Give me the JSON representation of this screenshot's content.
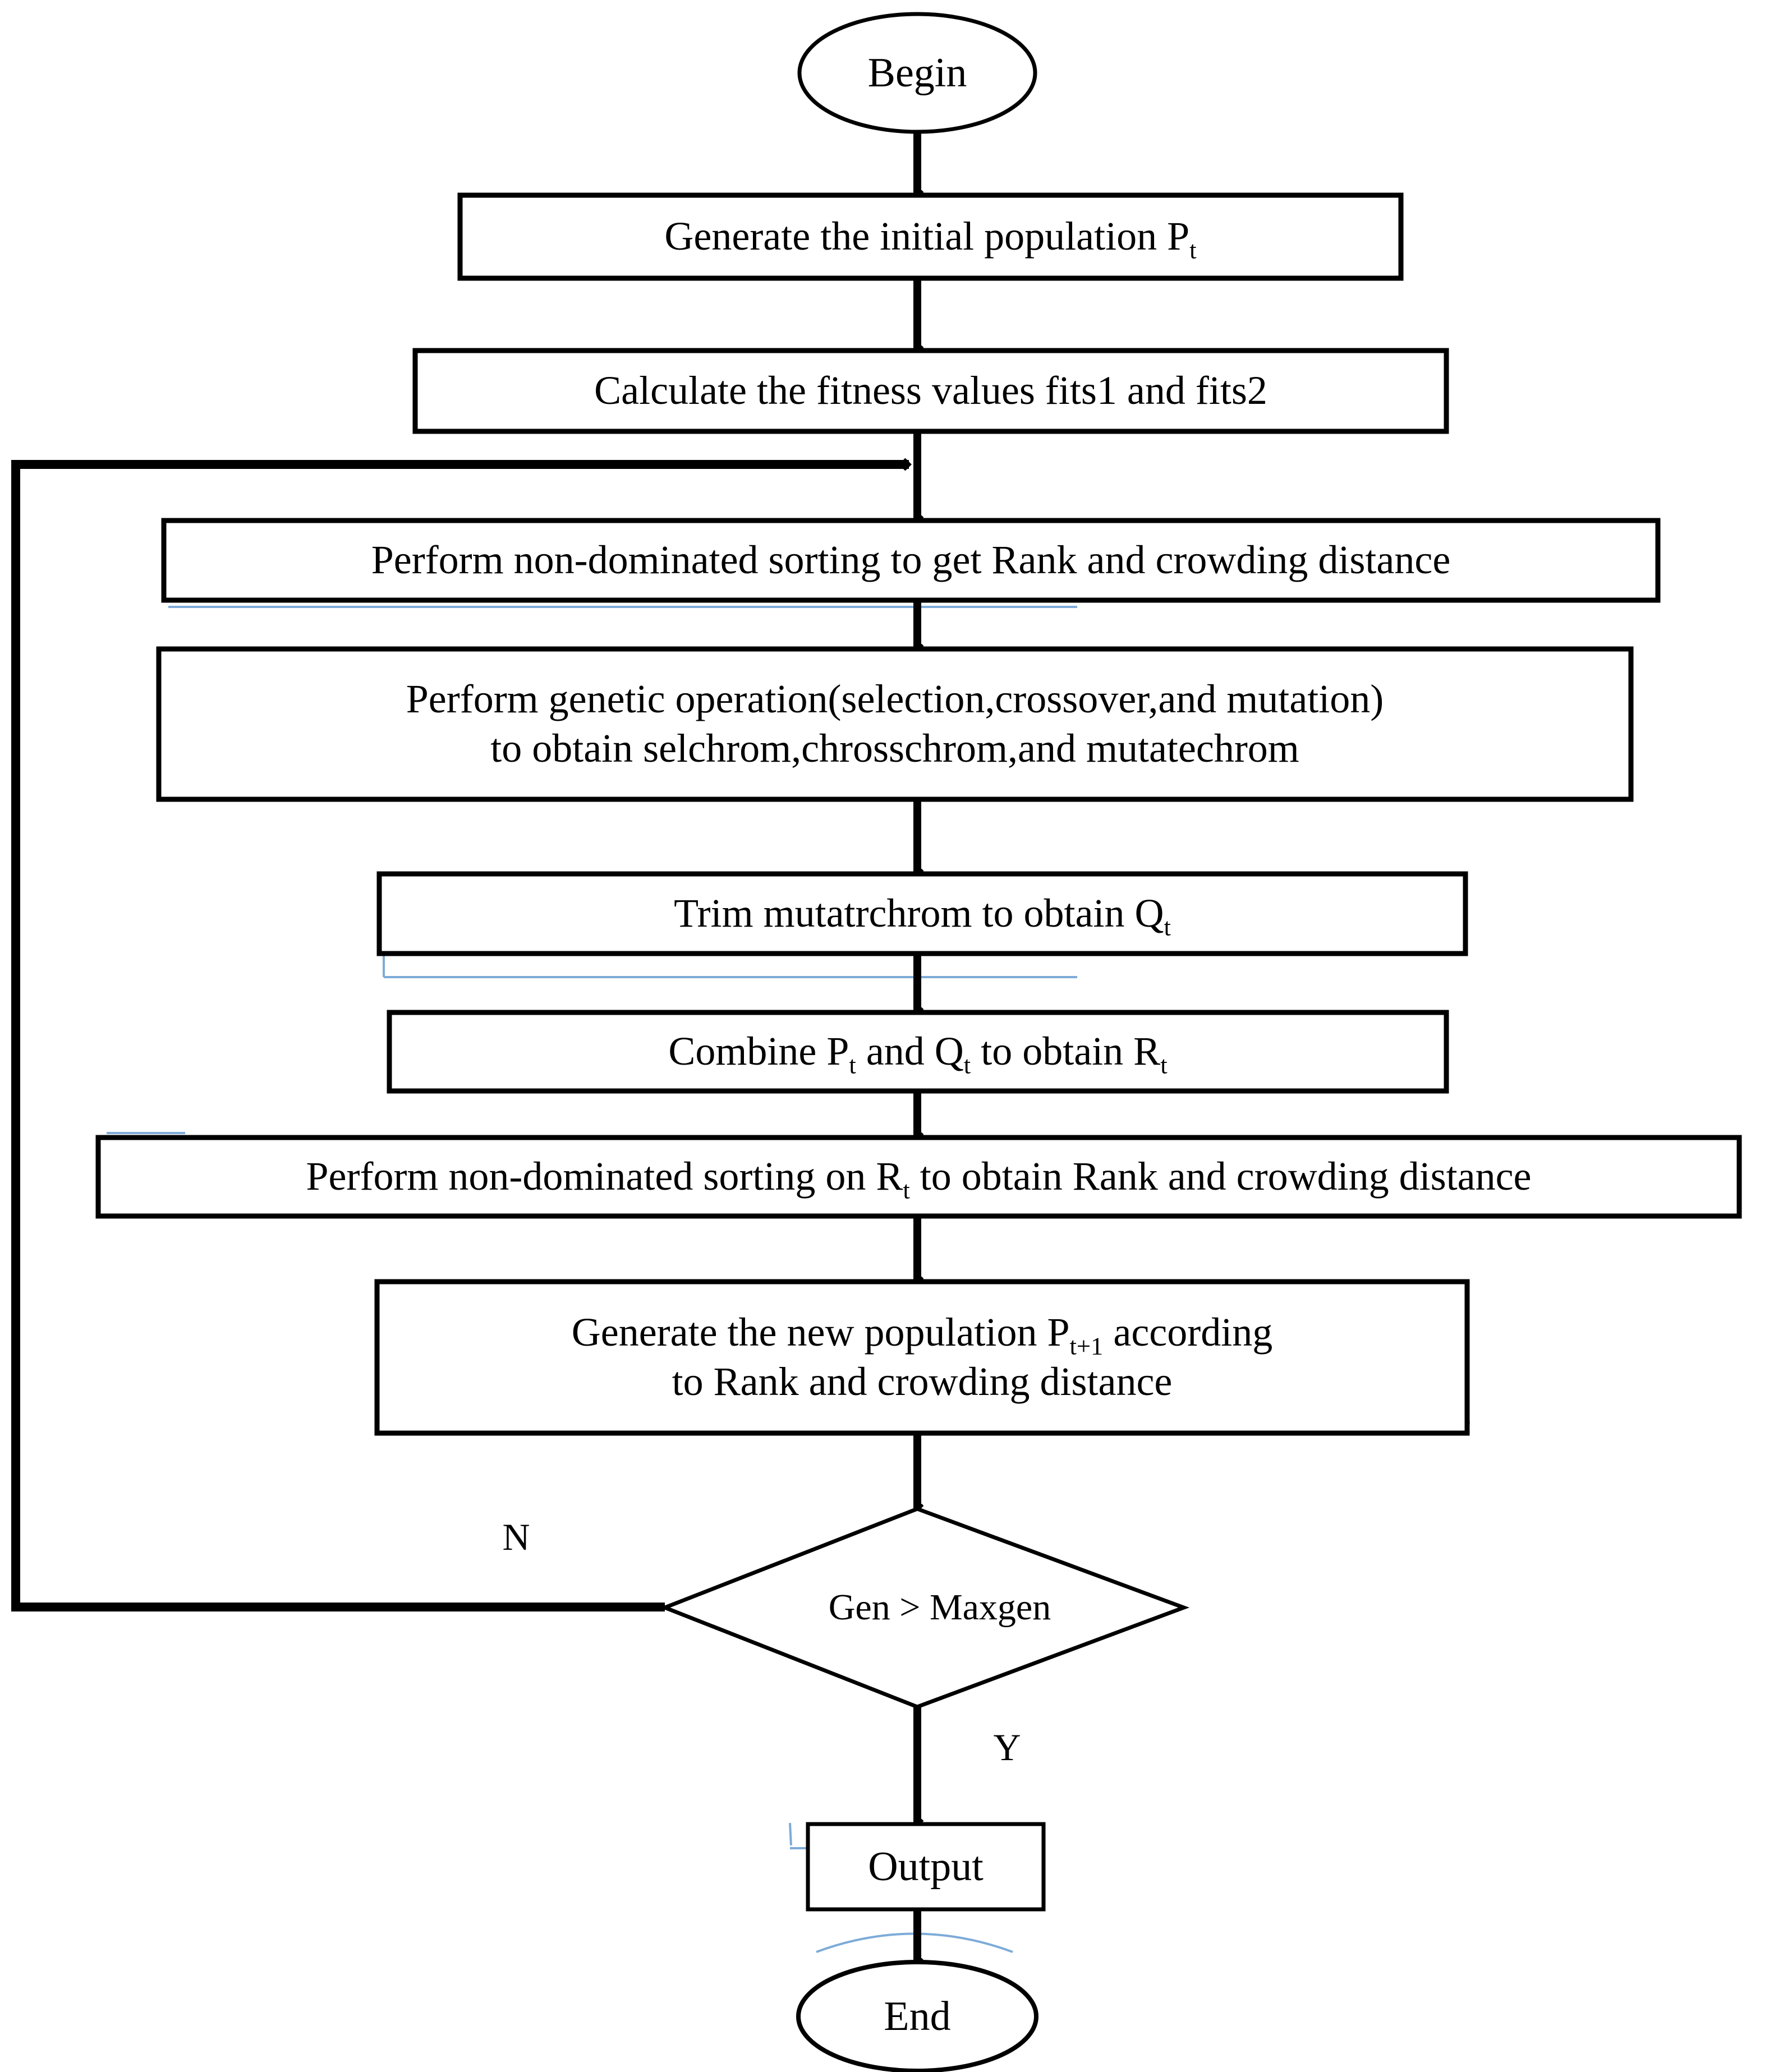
{
  "diagram": {
    "title": "NSGA-II algorithm flowchart",
    "stroke_color": "#000000",
    "artifact_color": "#6699cc",
    "background": "#ffffff"
  },
  "nodes": {
    "begin": {
      "label": "Begin",
      "shape": "ellipse"
    },
    "init_population": {
      "label": "Generate the initial population P",
      "sub": "t",
      "shape": "rect"
    },
    "fitness": {
      "label": "Calculate the fitness values fits1 and fits2",
      "shape": "rect"
    },
    "sort_rank": {
      "label": "Perform non-dominated sorting to get Rank and crowding distance",
      "shape": "rect"
    },
    "genetic_op_line1": {
      "label": "Perform genetic operation(selection,crossover,and mutation)"
    },
    "genetic_op_line2": {
      "label": "to obtain selchrom,chrosschrom,and mutatechrom"
    },
    "trim": {
      "label": "Trim mutatrchrom to obtain Q",
      "sub": "t",
      "shape": "rect"
    },
    "combine_a": {
      "label": "Combine P",
      "sub_a": "t",
      "label_b": " and Q",
      "sub_b": "t",
      "label_c": " to obtain R",
      "sub_c": "t"
    },
    "sort_rt_a": {
      "label": "Perform non-dominated sorting on R",
      "sub": "t",
      "label_b": " to obtain Rank and crowding distance"
    },
    "new_pop_line1_a": {
      "label": "Generate the new population P",
      "sub": "t+1",
      "label_b": " according"
    },
    "new_pop_line2": {
      "label": "to Rank and crowding distance"
    },
    "decision": {
      "label": "Gen > Maxgen",
      "shape": "diamond"
    },
    "output": {
      "label": "Output",
      "shape": "rect"
    },
    "end": {
      "label": "End",
      "shape": "ellipse"
    }
  },
  "branches": {
    "no": "N",
    "yes": "Y"
  }
}
